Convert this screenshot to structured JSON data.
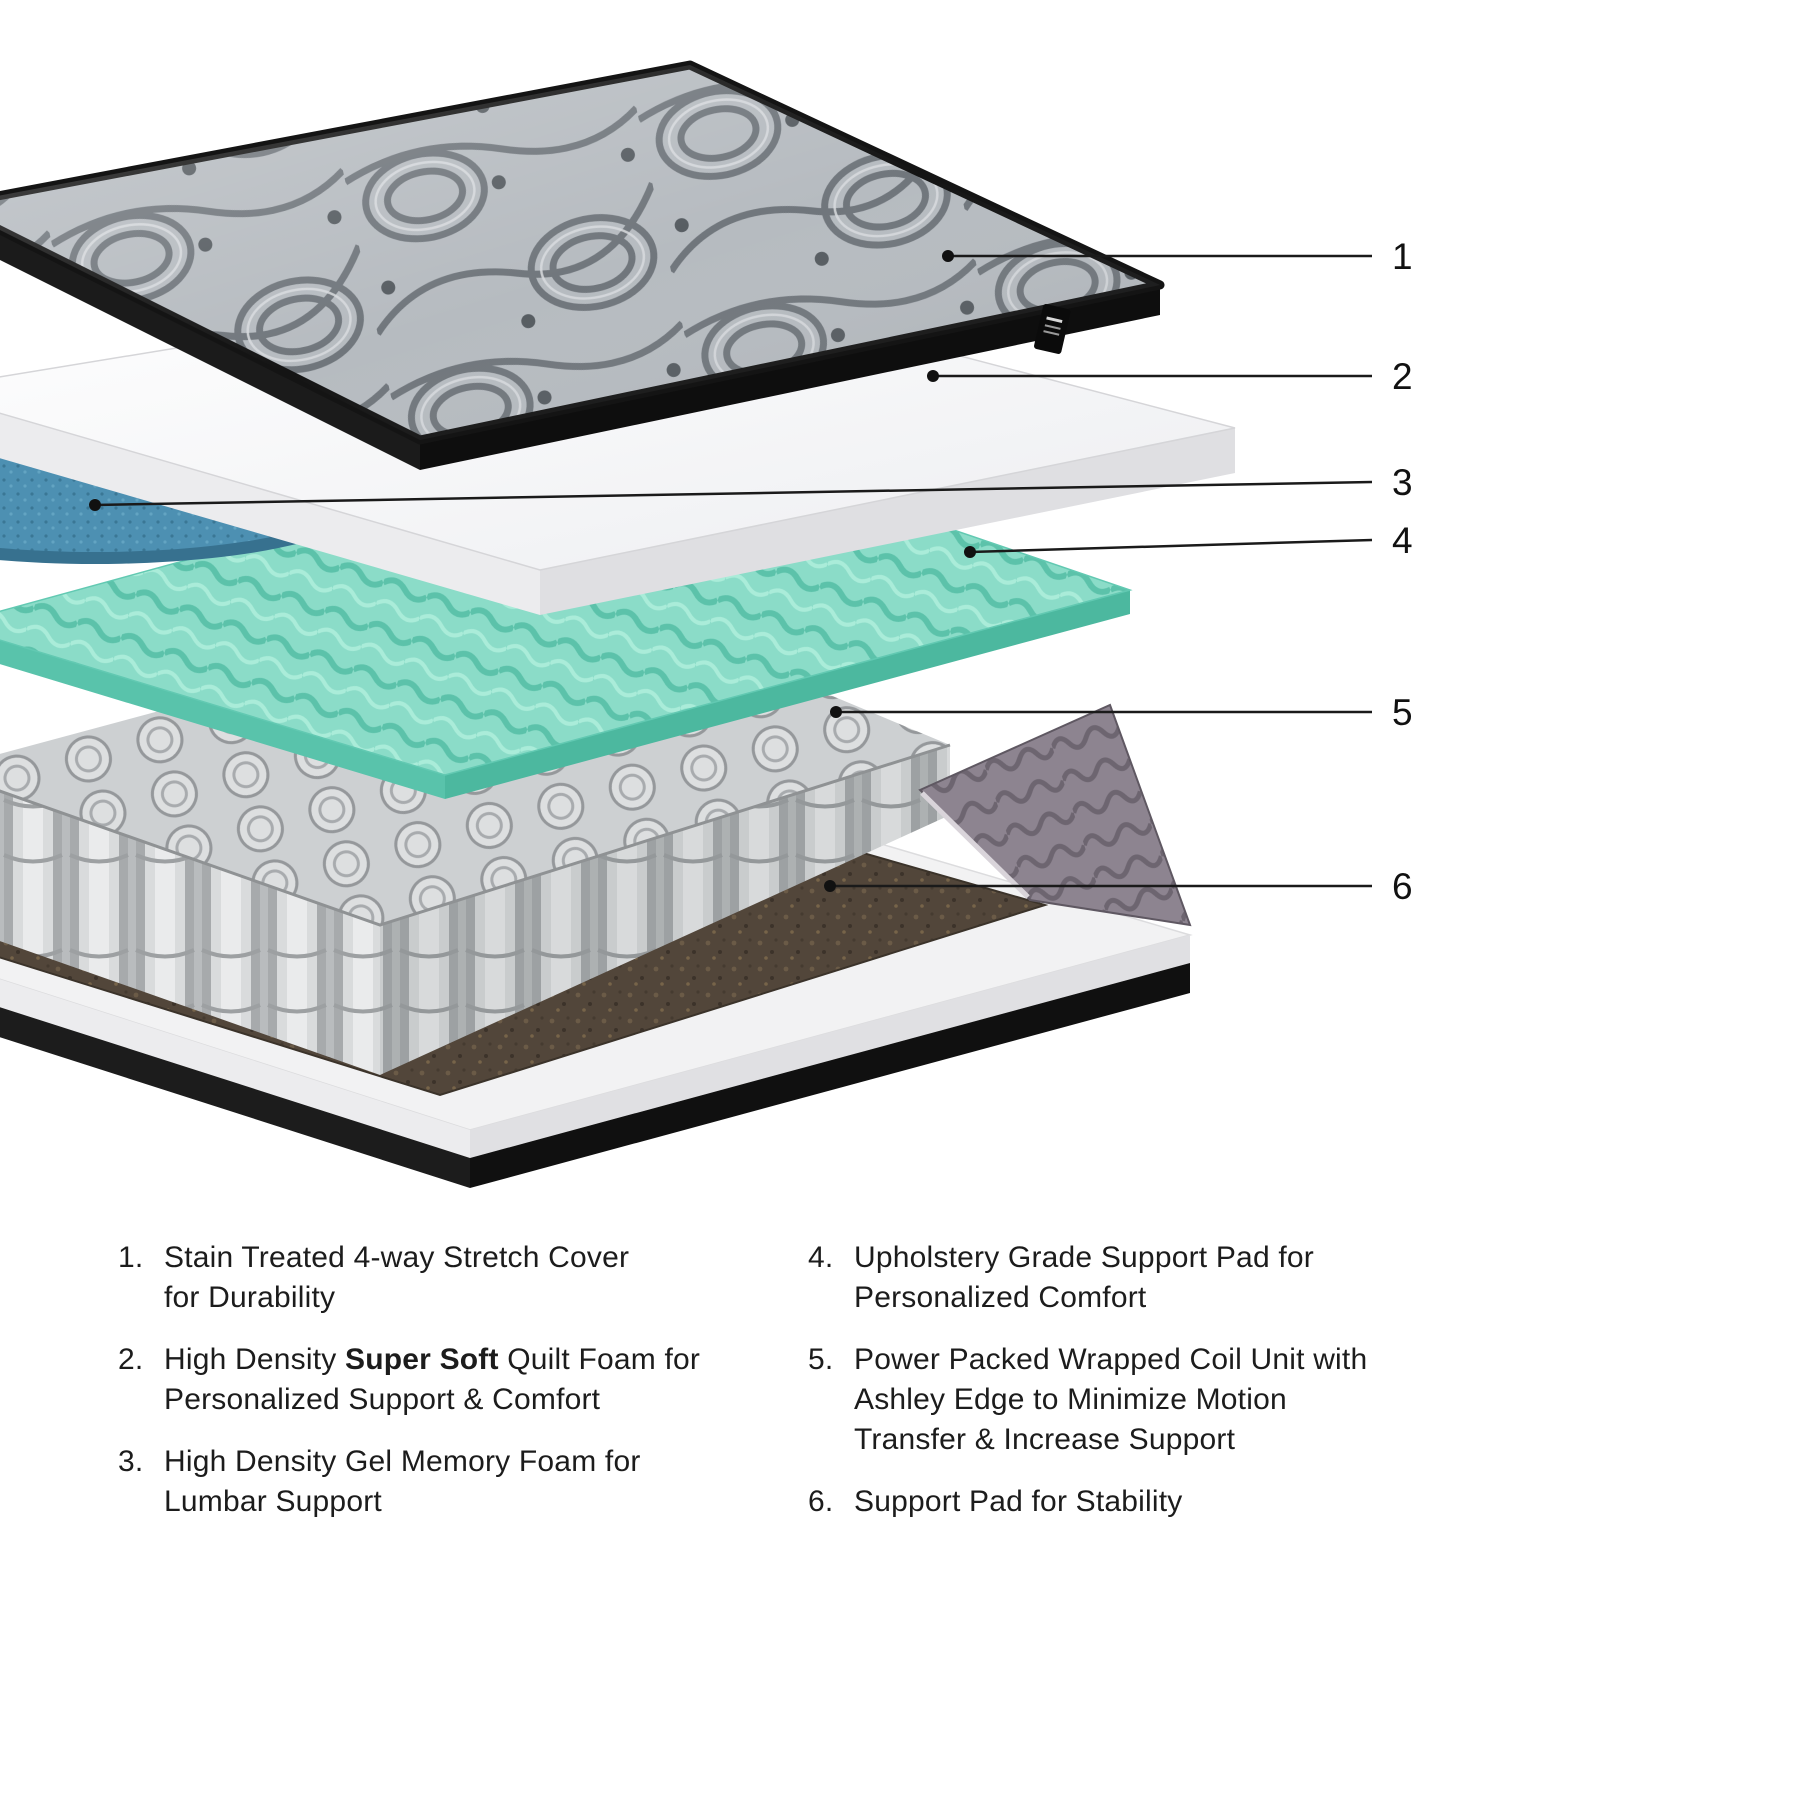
{
  "figure": {
    "title": "Mattress layer exploded diagram",
    "callouts": [
      {
        "label": "1"
      },
      {
        "label": "2"
      },
      {
        "label": "3"
      },
      {
        "label": "4"
      },
      {
        "label": "5"
      },
      {
        "label": "6"
      }
    ],
    "colors": {
      "cover_gray": "#b6bbc0",
      "quilt_white": "#f7f7f9",
      "gel_blue": "#4d90b2",
      "foam_teal": "#8bdcc8",
      "coil_gray": "#cdd0d2",
      "pad_brown": "#52463a",
      "edge_gray": "#8d8490",
      "line_black": "#1a1a1a"
    }
  },
  "legend": {
    "left": [
      {
        "num": "1.",
        "line1": "Stain Treated 4-way Stretch Cover",
        "line2": "for Durability"
      },
      {
        "num": "2.",
        "pre": "High Density ",
        "bold": "Super Soft",
        "post": " Quilt Foam for",
        "line2": "Personalized Support & Comfort"
      },
      {
        "num": "3.",
        "line1": "High Density Gel Memory Foam for",
        "line2": "Lumbar Support"
      }
    ],
    "right": [
      {
        "num": "4.",
        "line1": "Upholstery Grade Support Pad for",
        "line2": "Personalized Comfort"
      },
      {
        "num": "5.",
        "line1": "Power Packed Wrapped Coil Unit with",
        "line2": "Ashley Edge to Minimize Motion",
        "line3": "Transfer & Increase Support"
      },
      {
        "num": "6.",
        "line1": "Support Pad for Stability"
      }
    ]
  }
}
